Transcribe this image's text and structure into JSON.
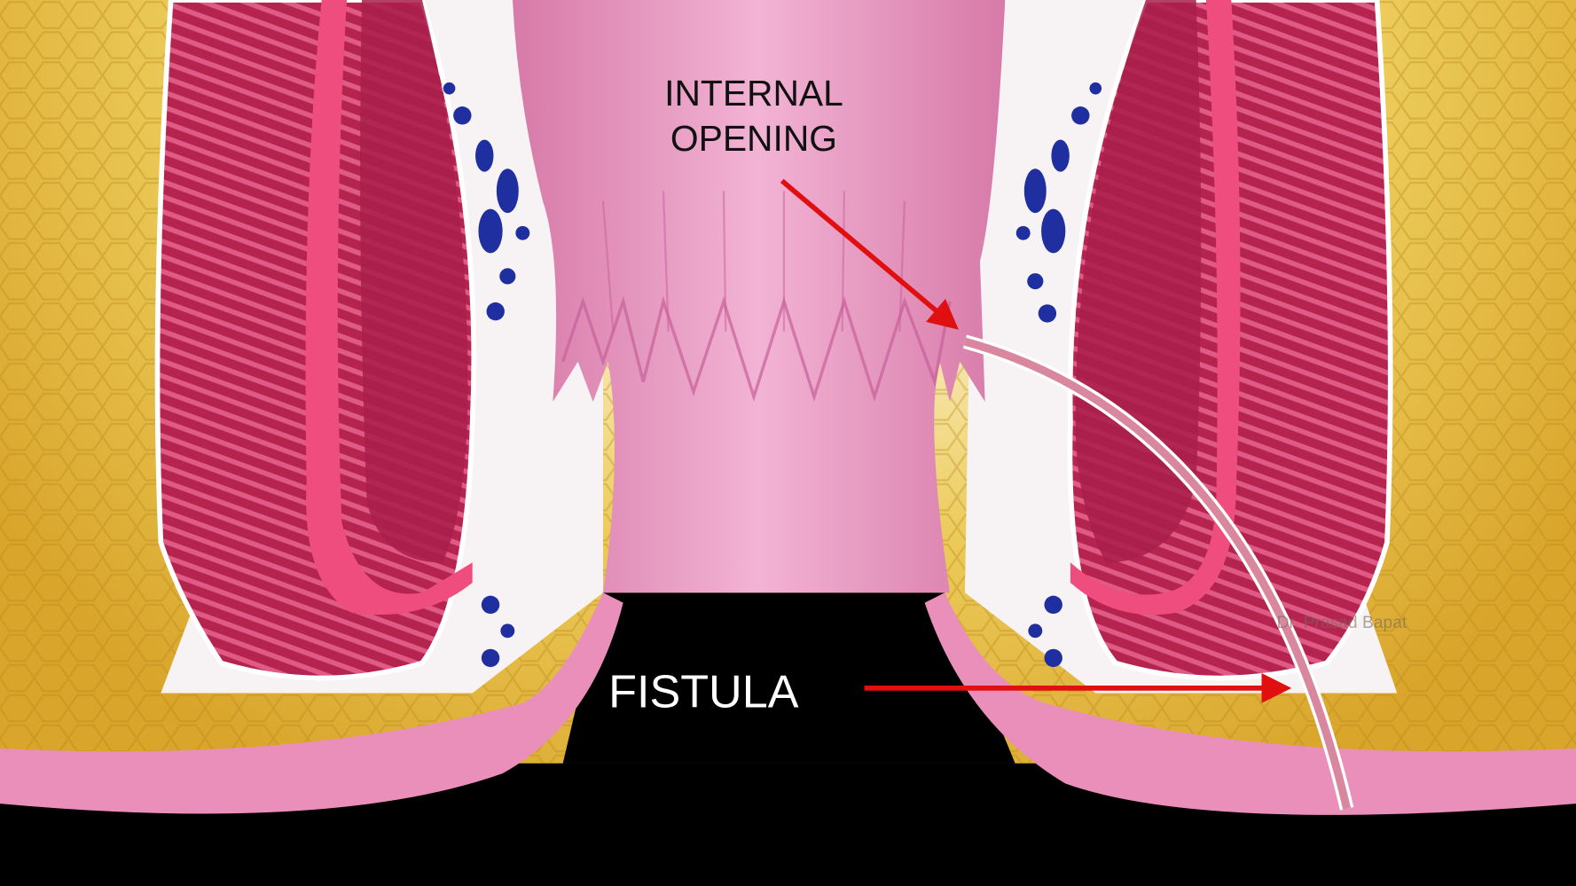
{
  "labels": {
    "internal_opening_line1": "INTERNAL",
    "internal_opening_line2": "OPENING",
    "fistula": "FISTULA"
  },
  "watermark": "Dr. Prasad Bapat",
  "colors": {
    "fat": "#e8c04a",
    "muscle": "#b0204e",
    "mucosa": "#e88ab8",
    "arrow": "#e01010",
    "background_dark": "#000000"
  }
}
